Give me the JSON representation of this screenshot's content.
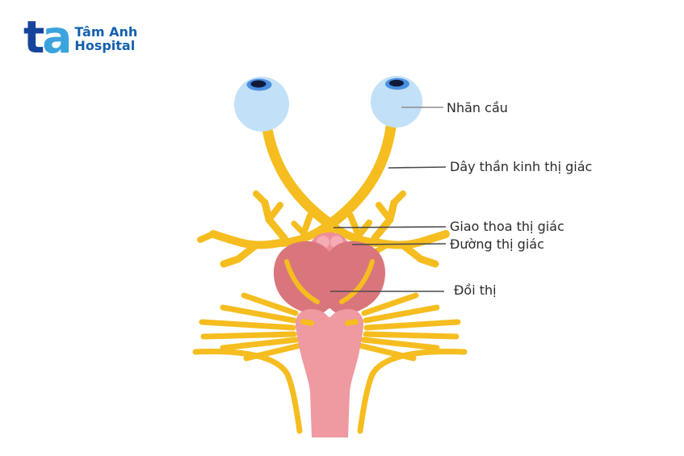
{
  "header": {
    "logo": {
      "monogram_t": "t",
      "monogram_a": "a",
      "name": "Tâm Anh",
      "subtitle": "Hospital"
    }
  },
  "diagram": {
    "labels": {
      "eyeball": "Nhãn cầu",
      "optic_nerve": "Dây thần kinh thị giác",
      "optic_chiasm": "Giao thoa thị giác",
      "optic_tract": "Đường thị giác",
      "thalamus": "Đồi thị"
    }
  },
  "colors": {
    "logo_navy": "#16449B",
    "logo_blue": "#3BA3DE",
    "logo_text": "#1460AE",
    "nerve_yellow": "#F5BD1F",
    "thalamus_rose": "#D9767C",
    "chiasm_pink": "#EE8E96",
    "chiasm_dot_pink": "#F5ACB4",
    "brainstem_pink": "#EF99A0",
    "eyeball_blue": "#C2E0F8",
    "iris_blue": "#4A90E2",
    "pupil_dark": "#101A38",
    "label_text": "#2B2B2B",
    "leader_gray": "#8C8C8C",
    "leader_dark": "#4A4A4A"
  }
}
